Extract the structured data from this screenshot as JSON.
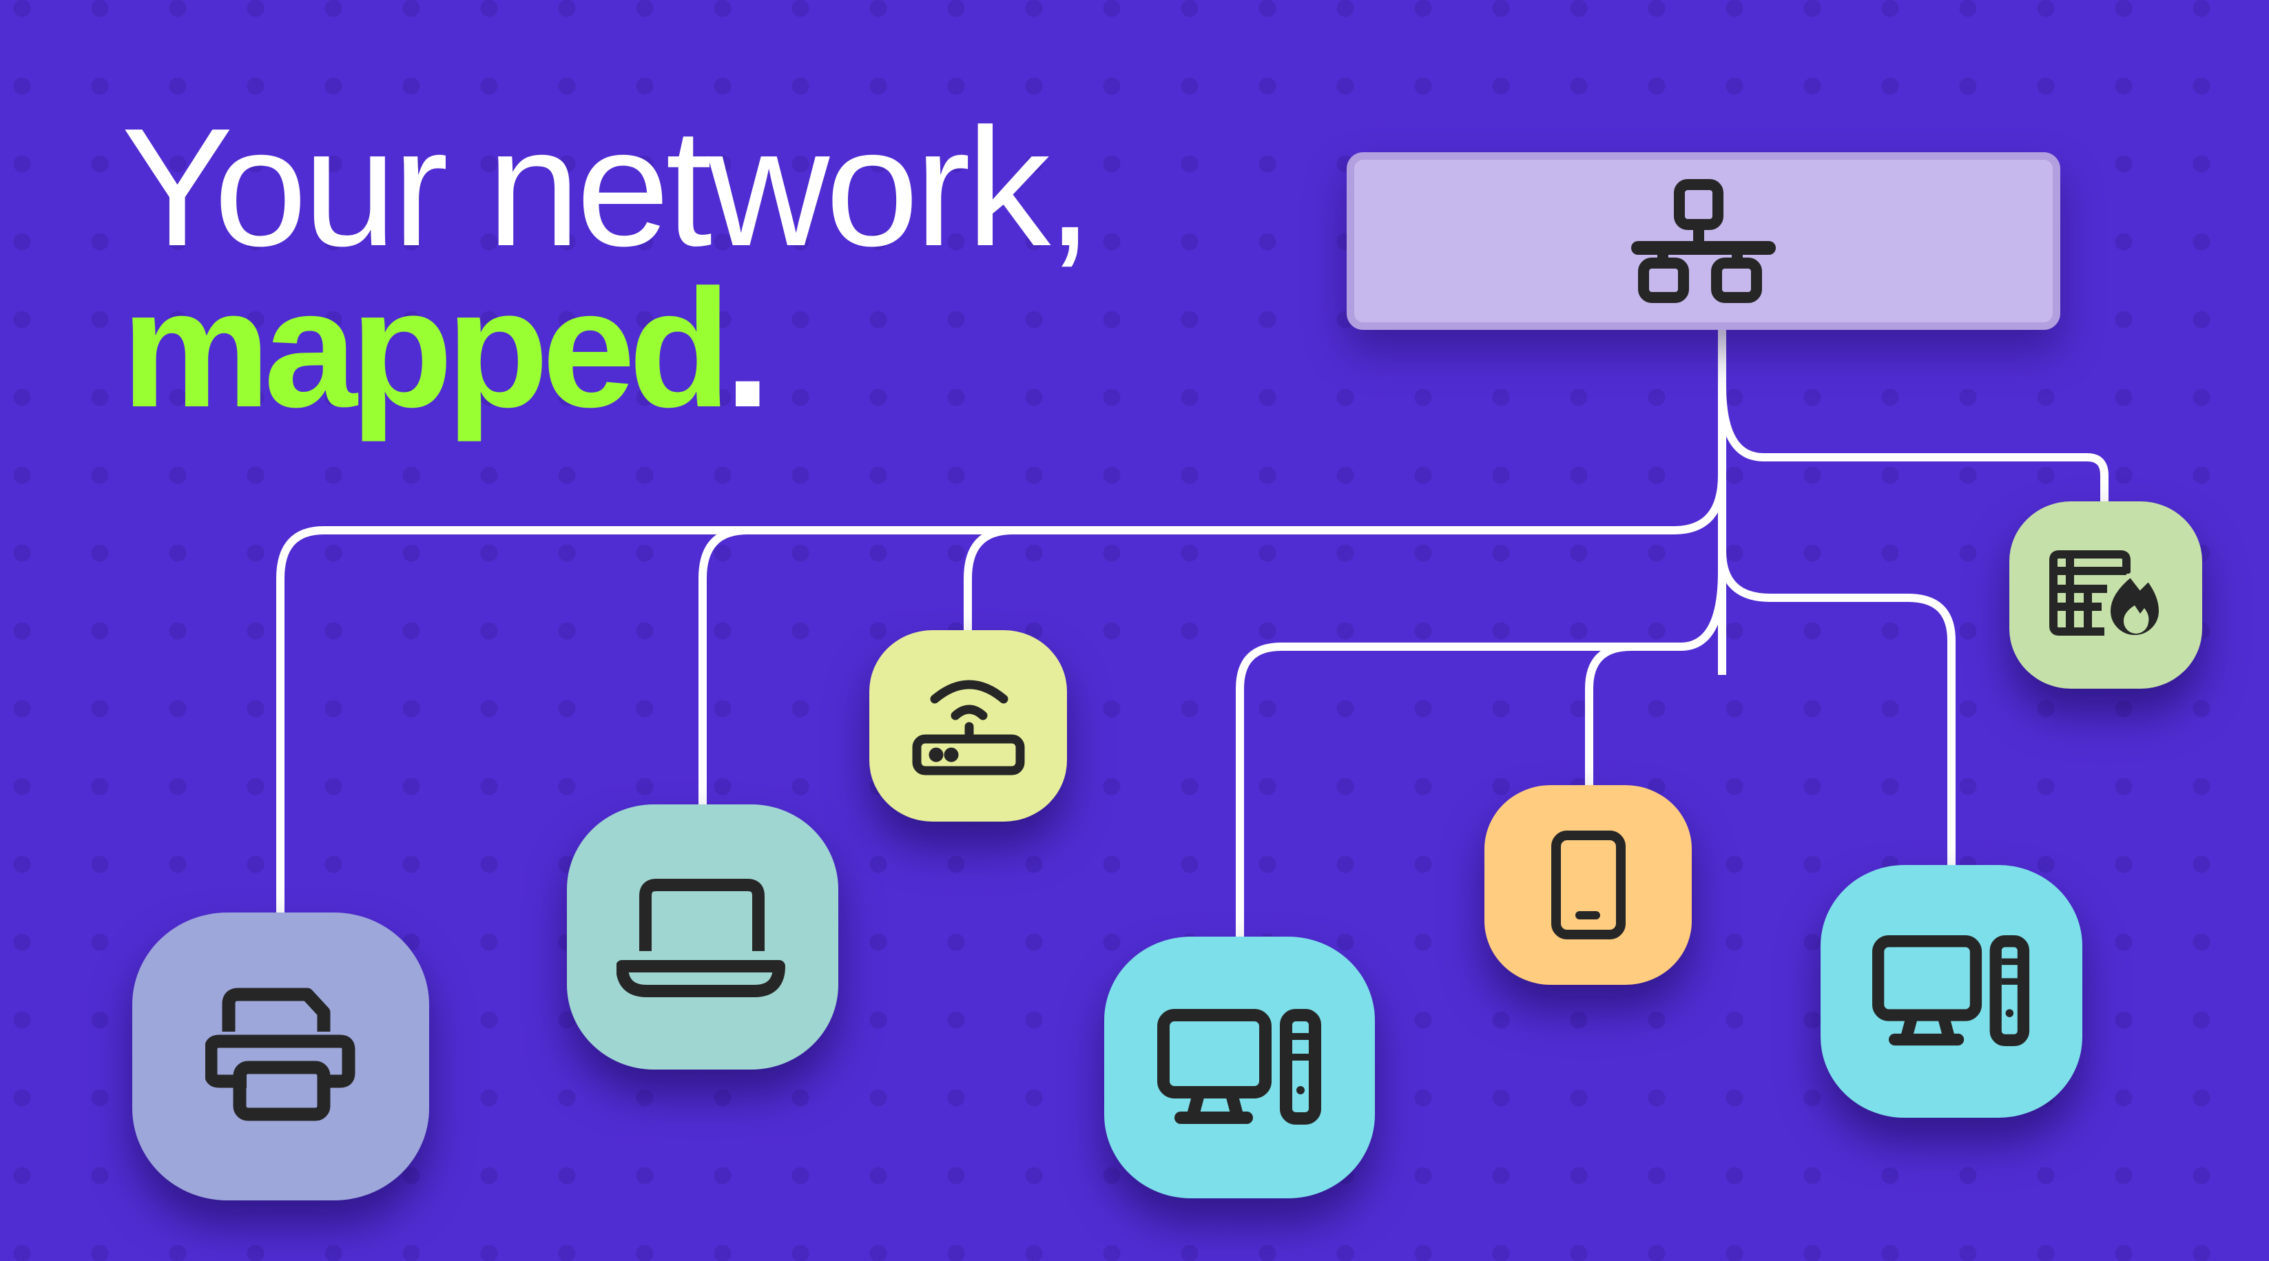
{
  "headline": {
    "line1": "Your network,",
    "line2_accent": "mapped",
    "line2_punct": "."
  },
  "colors": {
    "background": "#502dd2",
    "dot": "#4727bf",
    "accent": "#99ff33",
    "headline": "#ffffff",
    "wire": "#ffffff",
    "icon_stroke": "#262626",
    "switch_fill": "#c6b8ec",
    "switch_border": "#b19fdf"
  },
  "diagram": {
    "root": {
      "id": "switch",
      "icon": "network-hub-icon"
    },
    "nodes": [
      {
        "id": "printer",
        "icon": "printer-icon",
        "color": "#9da7da"
      },
      {
        "id": "laptop",
        "icon": "laptop-icon",
        "color": "#a0d6d2"
      },
      {
        "id": "router",
        "icon": "wifi-router-icon",
        "color": "#e6ee9b"
      },
      {
        "id": "desktop-1",
        "icon": "desktop-computer-icon",
        "color": "#7ddfe9"
      },
      {
        "id": "phone",
        "icon": "smartphone-icon",
        "color": "#ffcc80"
      },
      {
        "id": "desktop-2",
        "icon": "desktop-computer-icon",
        "color": "#7ddfe9"
      },
      {
        "id": "firewall",
        "icon": "firewall-icon",
        "color": "#c5e0a8"
      }
    ],
    "edges": [
      [
        "switch",
        "printer"
      ],
      [
        "switch",
        "laptop"
      ],
      [
        "switch",
        "router"
      ],
      [
        "switch",
        "desktop-1"
      ],
      [
        "switch",
        "phone"
      ],
      [
        "switch",
        "desktop-2"
      ],
      [
        "switch",
        "firewall"
      ]
    ]
  }
}
